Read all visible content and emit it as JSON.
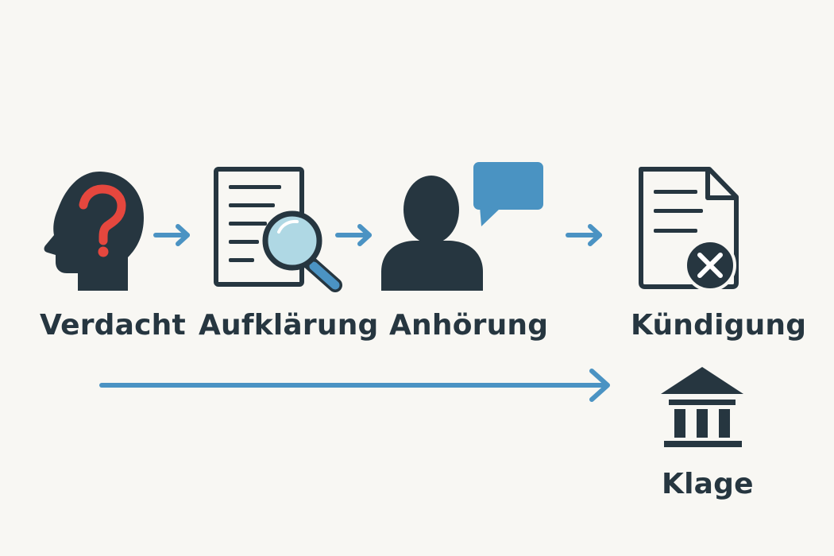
{
  "colors": {
    "background": "#f8f7f3",
    "dark": "#263640",
    "accent_blue": "#4b93c3",
    "bubble_blue": "#4a93c2",
    "question_red": "#e5473e",
    "lens_fill": "#afd8e4"
  },
  "steps": [
    {
      "id": "verdacht",
      "label": "Verdacht",
      "icon": "head-question-icon"
    },
    {
      "id": "aufklaerung",
      "label": "Aufklärung",
      "icon": "document-magnifier-icon"
    },
    {
      "id": "anhoerung",
      "label": "Anhörung",
      "icon": "person-speech-bubble-icon"
    },
    {
      "id": "kuendigung",
      "label": "Kündigung",
      "icon": "document-cancel-icon"
    },
    {
      "id": "klage",
      "label": "Klage",
      "icon": "courthouse-icon"
    }
  ]
}
